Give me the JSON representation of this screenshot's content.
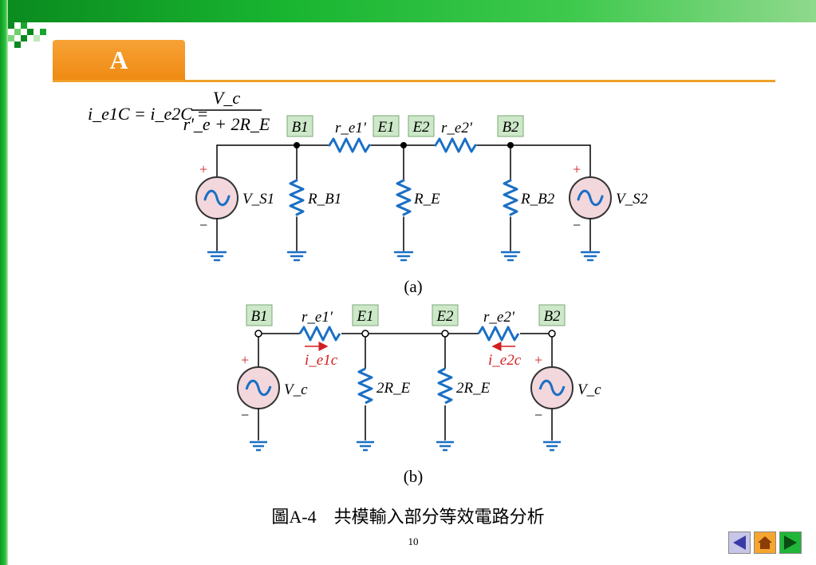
{
  "section_tab": "A",
  "equation": {
    "lhs": "i_e1C = i_e2C =",
    "numerator": "V_c",
    "denominator": "r'_e + 2R_E"
  },
  "circuit_a": {
    "node_b1": "B1",
    "node_e1": "E1",
    "node_e2": "E2",
    "node_b2": "B2",
    "re1": "r_e1'",
    "re2": "r_e2'",
    "rb1": "R_B1",
    "re": "R_E",
    "rb2": "R_B2",
    "vs1": "V_S1",
    "vs2": "V_S2",
    "plus": "+",
    "minus": "−",
    "label": "(a)"
  },
  "circuit_b": {
    "node_b1": "B1",
    "node_e1": "E1",
    "node_e2": "E2",
    "node_b2": "B2",
    "re1": "r_e1'",
    "re2": "r_e2'",
    "ie1c": "i_e1c",
    "ie2c": "i_e2c",
    "r2e_left": "2R_E",
    "r2e_right": "2R_E",
    "vc_left": "V_c",
    "vc_right": "V_c",
    "plus": "+",
    "minus": "−",
    "label": "(b)"
  },
  "figure_caption": "圖A-4　共模輸入部分等效電路分析",
  "page_number": "10",
  "nav": {
    "prev_icon": "left-triangle-icon",
    "home_icon": "home-icon",
    "next_icon": "right-triangle-icon"
  },
  "colors": {
    "accent_orange": "#ef8a12",
    "green_bar": "#19b531",
    "resistor_blue": "#1a6fc4",
    "source_fill": "#f2d7dc",
    "label_box": "#cde8c8",
    "red": "#d21f1f"
  }
}
